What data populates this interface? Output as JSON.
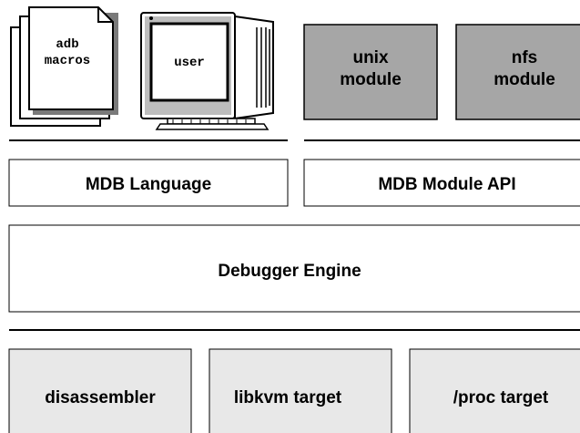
{
  "colors": {
    "background": "#ffffff",
    "stroke": "#000000",
    "module_fill": "#a6a6a6",
    "target_fill": "#e8e8e8",
    "box_fill": "#ffffff"
  },
  "clients": {
    "adb_macros": {
      "line1": "adb",
      "line2": "macros",
      "icon": "stacked-pages-icon"
    },
    "user": {
      "label": "user",
      "icon": "crt-monitor-icon"
    }
  },
  "modules": [
    {
      "line1": "unix",
      "line2": "module"
    },
    {
      "line1": "nfs",
      "line2": "module"
    }
  ],
  "layers": {
    "language": "MDB Language",
    "module_api": "MDB Module API",
    "engine": "Debugger Engine"
  },
  "targets": [
    {
      "label": "disassembler"
    },
    {
      "label": "libkvm target"
    },
    {
      "label": "/proc target"
    }
  ]
}
